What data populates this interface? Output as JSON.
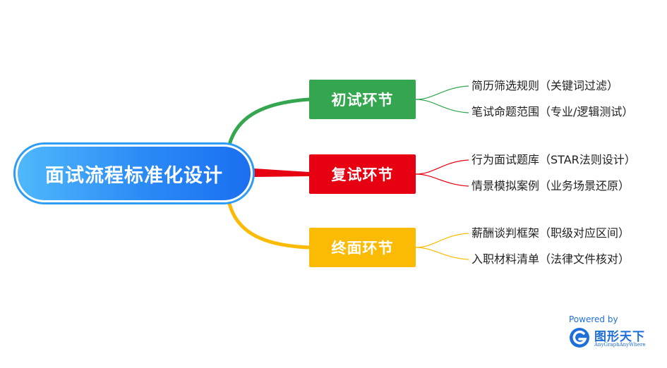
{
  "root": {
    "label": "面试流程标准化设计"
  },
  "branches": [
    {
      "label": "初试环节",
      "color": "#33a64f",
      "children": [
        "简历筛选规则（关键词过滤）",
        "笔试命题范围（专业/逻辑测试）"
      ]
    },
    {
      "label": "复试环节",
      "color": "#e60012",
      "children": [
        "行为面试题库（STAR法则设计）",
        "情景模拟案例（业务场景还原）"
      ]
    },
    {
      "label": "终面环节",
      "color": "#fbbb05",
      "children": [
        "薪酬谈判框架（职级对应区间）",
        "入职材料清单（法律文件核对）"
      ]
    }
  ],
  "watermark": {
    "powered": "Powered by",
    "name": "图形天下",
    "sub": "AnyGraphAnyWhere",
    "color": "#1f6fd9"
  }
}
